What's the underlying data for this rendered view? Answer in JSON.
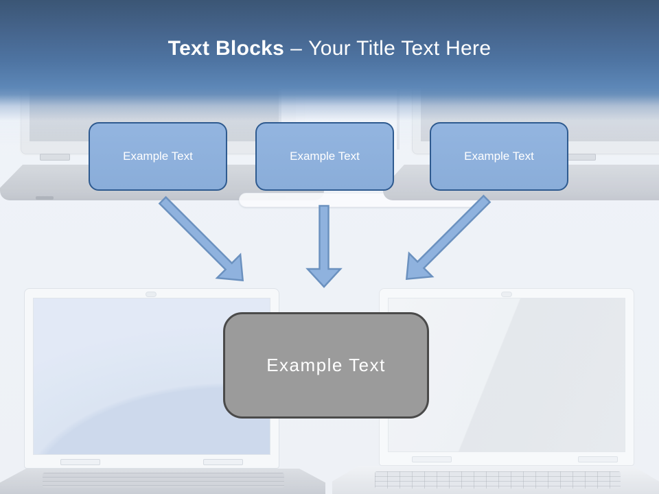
{
  "slide": {
    "title": {
      "bold": "Text Blocks",
      "separator": "–",
      "regular": "Your Title Text Here"
    }
  },
  "text_blocks": [
    {
      "label": "Example Text"
    },
    {
      "label": "Example Text"
    },
    {
      "label": "Example Text"
    }
  ],
  "result_block": {
    "label": "Example Text"
  },
  "decorations": {
    "background_images": [
      "laptop-top-left",
      "laptop-top-center",
      "laptop-top-right",
      "laptop-bottom-left",
      "laptop-bottom-right"
    ],
    "connectors": [
      "arrow-down-right",
      "arrow-down",
      "arrow-down-left"
    ]
  },
  "colors": {
    "header_top": "#3b5675",
    "header_mid": "#4e74a2",
    "header_bottom": "#5d87b7",
    "background": "#eef2f7",
    "title_color": "#ffffff",
    "block_fill": "#8fb2de",
    "block_border": "#2e5a8f",
    "block_text": "#ffffff",
    "arrow_fill": "#8fb2de",
    "arrow_border": "#6b91bf",
    "result_fill": "#9b9b9b",
    "result_border": "#4a4a4a",
    "result_text": "#ffffff"
  }
}
